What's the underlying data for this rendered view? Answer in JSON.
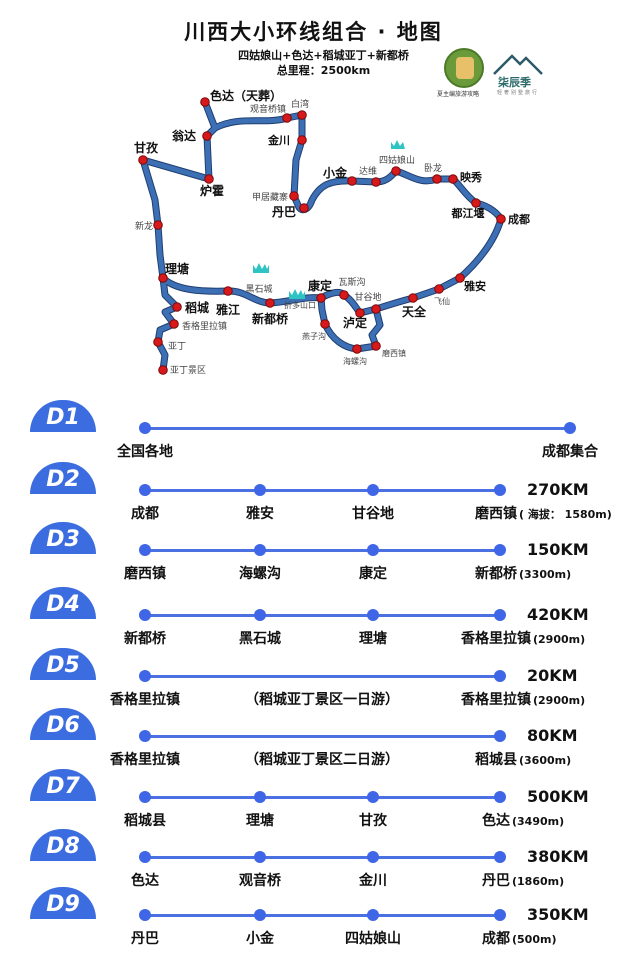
{
  "header": {
    "title": "川西大小环线组合 · 地图",
    "subtitle": "四姑娘山+色达+稻城亚丁+新都桥",
    "total": "总里程：2500km"
  },
  "logos": {
    "left_caption": "夏主编旅游攻略",
    "right_name": "柒辰季",
    "right_sub": "轻奢别墅旅行"
  },
  "watermark": "夏主编旅游攻略",
  "colors": {
    "route": "#3d6fb5",
    "stop": "#d7191c",
    "badge": "#3c6de0",
    "timeline": "#4b70e2",
    "mountain": "#2ec4c4"
  },
  "map": {
    "places": [
      "色达（天葬）",
      "观音桥镇",
      "白湾",
      "金川",
      "翁达",
      "甘孜",
      "炉霍",
      "甲居藏寨",
      "丹巴",
      "小金",
      "达维",
      "四姑娘山",
      "卧龙",
      "映秀",
      "都江堰",
      "成都",
      "雅安",
      "飞仙",
      "天全",
      "甘谷地",
      "泸定",
      "瓦斯沟",
      "康定",
      "折多山口",
      "新都桥",
      "黑石城",
      "雅江",
      "理塘",
      "稻城",
      "香格里拉镇",
      "亚丁",
      "亚丁景区",
      "新龙",
      "燕子沟",
      "海螺沟",
      "磨西镇"
    ]
  },
  "days": [
    {
      "badge": "D1",
      "km": "",
      "stops": [
        {
          "name": "全国各地"
        },
        {
          "name": "成都集合"
        }
      ]
    },
    {
      "badge": "D2",
      "km": "270KM",
      "stops": [
        {
          "name": "成都"
        },
        {
          "name": "雅安"
        },
        {
          "name": "甘谷地"
        },
        {
          "name": "磨西镇",
          "alt": "( 海拔：  1580m)"
        }
      ]
    },
    {
      "badge": "D3",
      "km": "150KM",
      "stops": [
        {
          "name": "磨西镇"
        },
        {
          "name": "海螺沟"
        },
        {
          "name": "康定"
        },
        {
          "name": "新都桥",
          "alt": "(3300m)"
        }
      ]
    },
    {
      "badge": "D4",
      "km": "420KM",
      "stops": [
        {
          "name": "新都桥"
        },
        {
          "name": "黑石城"
        },
        {
          "name": "理塘"
        },
        {
          "name": "香格里拉镇",
          "alt": "(2900m)"
        }
      ]
    },
    {
      "badge": "D5",
      "km": "20KM",
      "note": "（稻城亚丁景区一日游）",
      "stops": [
        {
          "name": "香格里拉镇"
        },
        {
          "name": "香格里拉镇",
          "alt": "(2900m)"
        }
      ]
    },
    {
      "badge": "D6",
      "km": "80KM",
      "note": "（稻城亚丁景区二日游）",
      "stops": [
        {
          "name": "香格里拉镇"
        },
        {
          "name": "稻城县",
          "alt": "(3600m)"
        }
      ]
    },
    {
      "badge": "D7",
      "km": "500KM",
      "stops": [
        {
          "name": "稻城县"
        },
        {
          "name": "理塘"
        },
        {
          "name": "甘孜"
        },
        {
          "name": "色达",
          "alt": "(3490m)"
        }
      ]
    },
    {
      "badge": "D8",
      "km": "380KM",
      "stops": [
        {
          "name": "色达"
        },
        {
          "name": "观音桥"
        },
        {
          "name": "金川"
        },
        {
          "name": "丹巴",
          "alt": "(1860m)"
        }
      ]
    },
    {
      "badge": "D9",
      "km": "350KM",
      "stops": [
        {
          "name": "丹巴"
        },
        {
          "name": "小金"
        },
        {
          "name": "四姑娘山"
        },
        {
          "name": "成都",
          "alt": "(500m)"
        }
      ]
    }
  ]
}
